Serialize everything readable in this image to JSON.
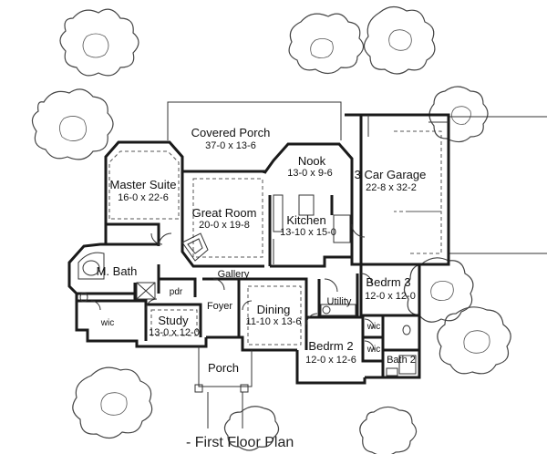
{
  "rooms": {
    "covered_porch": {
      "name": "Covered Porch",
      "dim": "37-0 x 13-6"
    },
    "nook": {
      "name": "Nook",
      "dim": "13-0 x 9-6"
    },
    "garage": {
      "name": "3 Car Garage",
      "dim": "22-8 x 32-2"
    },
    "master_suite": {
      "name": "Master Suite",
      "dim": "16-0 x 22-6"
    },
    "great_room": {
      "name": "Great Room",
      "dim": "20-0 x 19-8"
    },
    "kitchen": {
      "name": "Kitchen",
      "dim": "13-10 x 15-0"
    },
    "master_bath": {
      "name": "M. Bath"
    },
    "gallery": {
      "name": "Gallery"
    },
    "bedroom3": {
      "name": "Bedrm 3",
      "dim": "12-0 x 12-0"
    },
    "pdr": {
      "name": "pdr"
    },
    "foyer": {
      "name": "Foyer"
    },
    "dining": {
      "name": "Dining",
      "dim": "11-10 x 13-6"
    },
    "utility": {
      "name": "Utility"
    },
    "wic_master": {
      "name": "wic"
    },
    "study": {
      "name": "Study",
      "dim": "13-0 x 12-0"
    },
    "wic_bed2": {
      "name": "wic"
    },
    "wic_bed3": {
      "name": "wic"
    },
    "bedroom2": {
      "name": "Bedrm 2",
      "dim": "12-0 x 12-6"
    },
    "bath2": {
      "name": "Bath 2"
    },
    "porch": {
      "name": "Porch"
    }
  },
  "caption": "- First Floor Plan"
}
